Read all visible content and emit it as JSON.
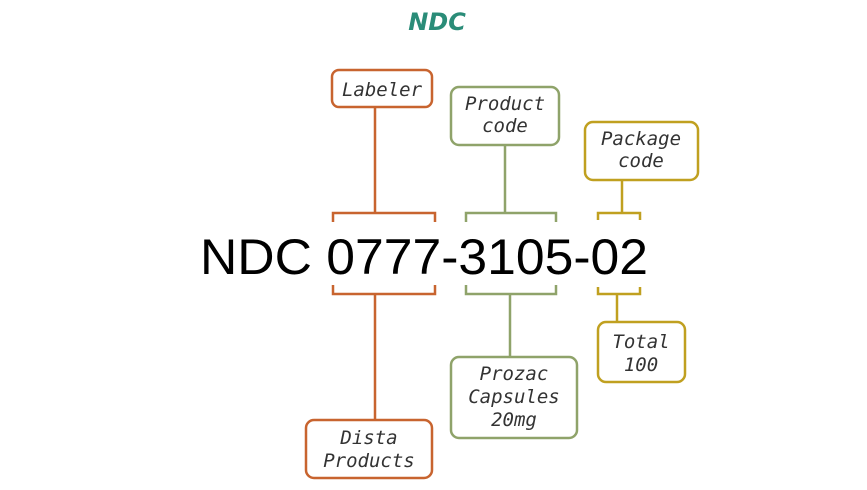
{
  "title": "NDC",
  "code": "NDC 0777-3105-02",
  "labels": {
    "labeler": [
      "Labeler"
    ],
    "product_code": [
      "Product",
      "code"
    ],
    "package_code": [
      "Package",
      "code"
    ],
    "labeler_value": [
      "Dista",
      "Products"
    ],
    "product_value": [
      "Prozac",
      "Capsules",
      "20mg"
    ],
    "package_value": [
      "Total",
      "100"
    ]
  },
  "colors": {
    "labeler": "#c8642f",
    "product": "#8fa36a",
    "package": "#c0a020",
    "title": "#2a8c78"
  }
}
